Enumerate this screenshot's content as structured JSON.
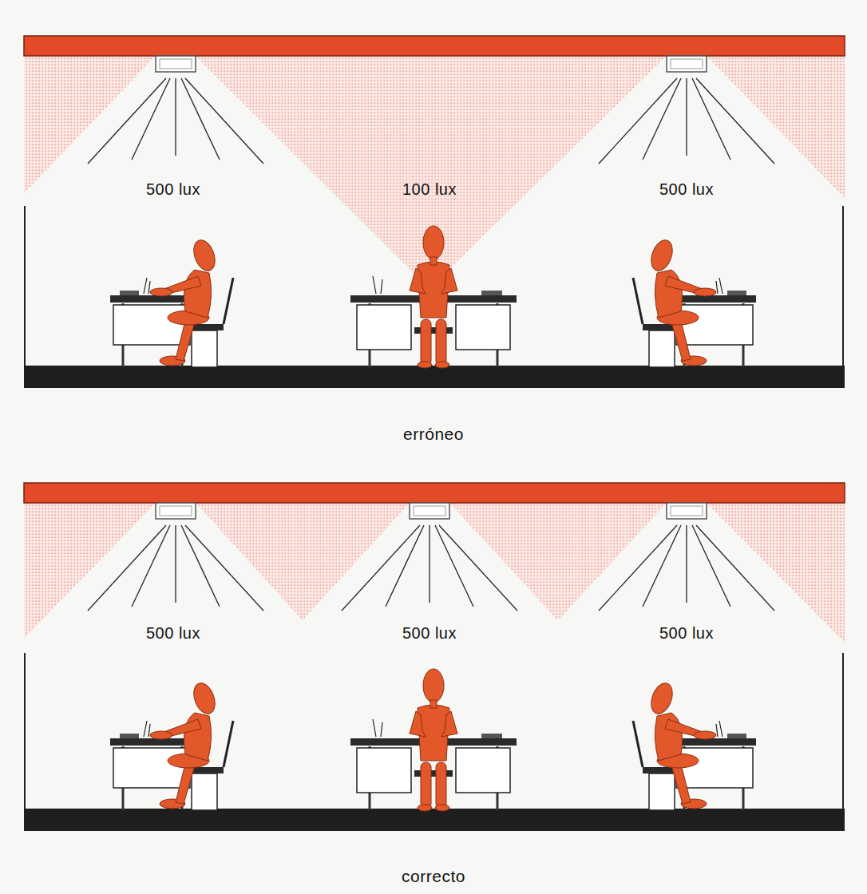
{
  "diagram": {
    "labels": [
      "500 lux",
      "100 lux",
      "500 lux",
      "erróneo",
      "500 lux",
      "500 lux",
      "500 lux",
      "correcto"
    ]
  }
}
